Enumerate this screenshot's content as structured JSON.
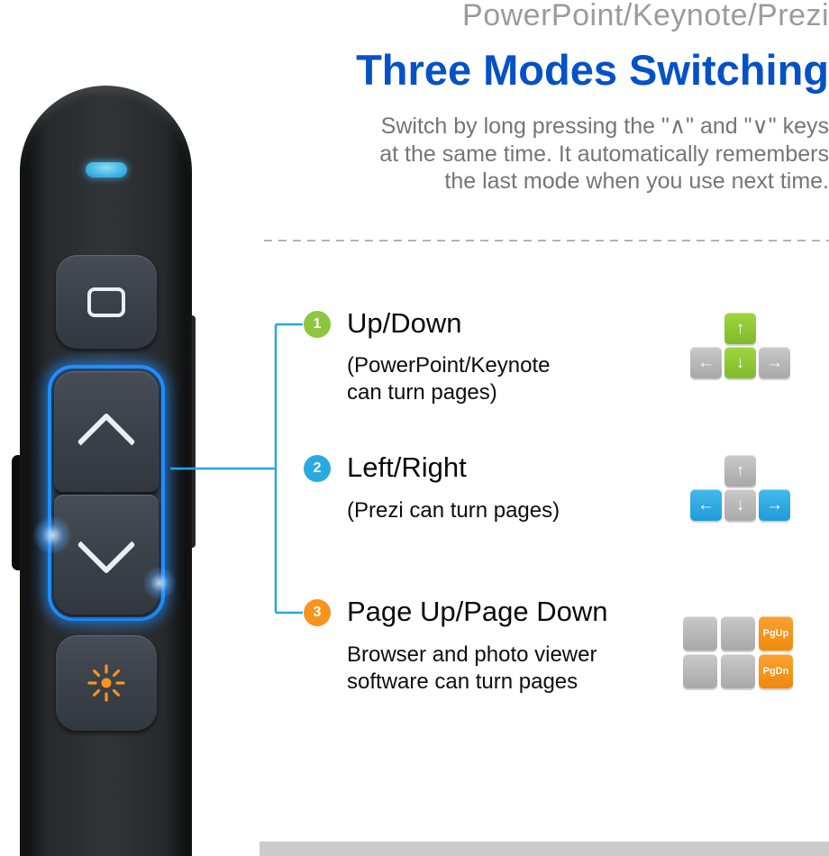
{
  "header": {
    "kicker": "PowerPoint/Keynote/Prezi",
    "title": "Three Modes Switching",
    "description": "Switch by long pressing the  \"∧\" and \"∨\" keys\nat the same time. It automatically remembers\nthe last mode when you use next time."
  },
  "modes": [
    {
      "number": "1",
      "title": "Up/Down",
      "subtitle": "(PowerPoint/Keynote\ncan turn pages)",
      "badge_color": "#8dc63f"
    },
    {
      "number": "2",
      "title": "Left/Right",
      "subtitle": "(Prezi can turn pages)",
      "badge_color": "#29abe2"
    },
    {
      "number": "3",
      "title": "Page Up/Page Down",
      "subtitle": "Browser and photo viewer\nsoftware can turn pages",
      "badge_color": "#f7941e"
    }
  ],
  "key_graphics": {
    "updown": {
      "top_glyph": "↑",
      "left_glyph": "←",
      "down_glyph": "↓",
      "right_glyph": "→"
    },
    "leftright": {
      "top_glyph": "↑",
      "left_glyph": "←",
      "down_glyph": "↓",
      "right_glyph": "→"
    },
    "pagekeys": {
      "pgup_label": "PgUp",
      "pgdn_label": "PgDn"
    }
  },
  "colors": {
    "title_blue": "#0551c7",
    "connector_blue": "#2aa3e8",
    "mode_green": "#8dc63f",
    "mode_blue": "#29abe2",
    "mode_orange": "#f7941e",
    "glow_blue": "#1f8fff",
    "led_blue": "#35aee0"
  }
}
